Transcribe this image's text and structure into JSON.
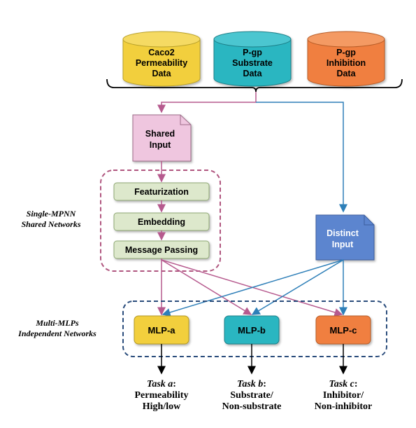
{
  "databases": [
    {
      "line1": "Caco2",
      "line2": "Permeability",
      "line3": "Data",
      "fill": "#f2cf3d",
      "stroke": "#b9a12a"
    },
    {
      "line1": "P-gp",
      "line2": "Substrate",
      "line3": "Data",
      "fill": "#2bb6c1",
      "stroke": "#1b7f88"
    },
    {
      "line1": "P-gp",
      "line2": "Inhibition",
      "line3": "Data",
      "fill": "#f07f3f",
      "stroke": "#b75c28"
    }
  ],
  "shared_input": {
    "line1": "Shared",
    "line2": "Input",
    "fill": "#efc6df",
    "stroke": "#9c6c88"
  },
  "distinct_input": {
    "line1": "Distinct",
    "line2": "Input",
    "fill": "#5b85cf",
    "stroke": "#3a5d9e"
  },
  "mpnn_steps": {
    "featurization": "Featurization",
    "embedding": "Embedding",
    "message_passing": "Message Passing",
    "fill": "#dde8cc",
    "stroke": "#8fa874"
  },
  "side_labels": {
    "single_mpnn_line1": "Single-MPNN",
    "single_mpnn_line2": "Shared Networks",
    "multi_mlps_line1": "Multi-MLPs",
    "multi_mlps_line2": "Independent Networks"
  },
  "mlps": [
    {
      "label": "MLP-a",
      "fill": "#f2cf3d",
      "stroke": "#b39820"
    },
    {
      "label": "MLP-b",
      "fill": "#2bb6c1",
      "stroke": "#1b7f88"
    },
    {
      "label": "MLP-c",
      "fill": "#f07f3f",
      "stroke": "#b75c28"
    }
  ],
  "tasks": [
    {
      "prefix": "Task ",
      "letter": "a",
      "suffix": ":",
      "line2": "Permeability",
      "line3": "High/low"
    },
    {
      "prefix": "Task ",
      "letter": "b",
      "suffix": ":",
      "line2": "Substrate/",
      "line3": "Non-substrate"
    },
    {
      "prefix": "Task ",
      "letter": "c",
      "suffix": ":",
      "line2": "Inhibitor/",
      "line3": "Non-inhibitor"
    }
  ],
  "colors": {
    "pink_arrow": "#b65a8e",
    "blue_arrow": "#2e7fb8",
    "mpnn_border": "#b0567f",
    "mlp_border": "#2b4d7c"
  }
}
